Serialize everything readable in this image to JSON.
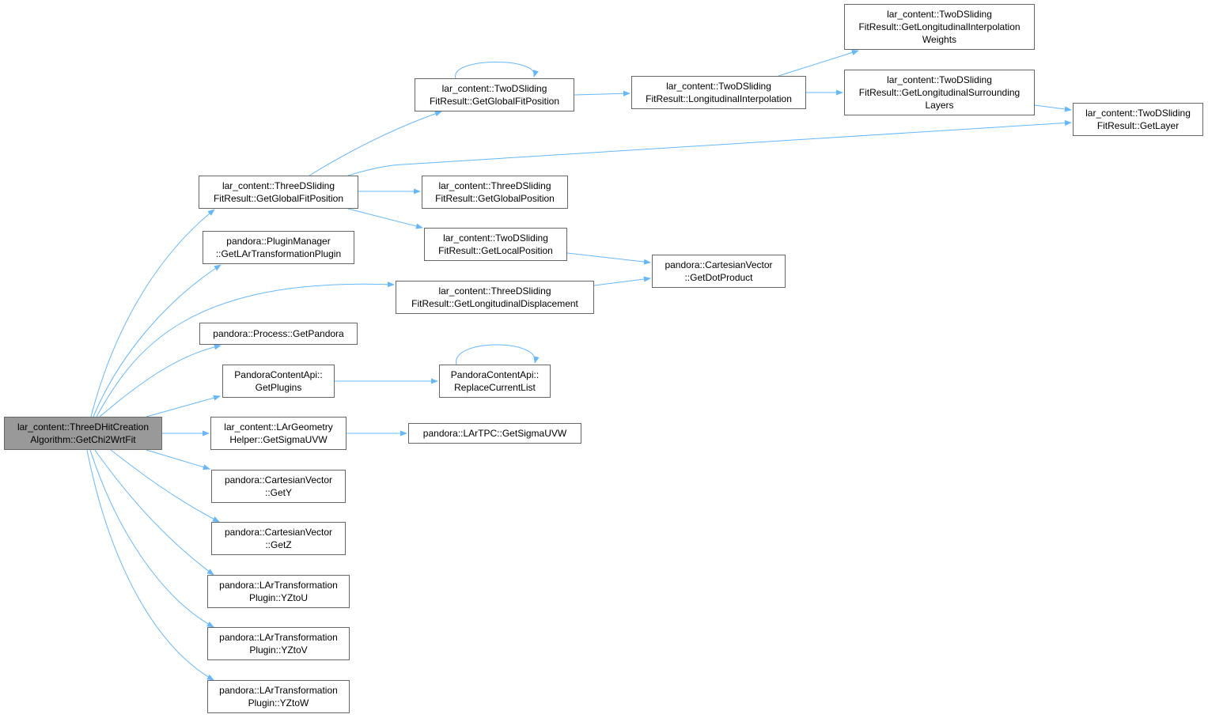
{
  "colors": {
    "edge": "#63b8ff",
    "node_border": "#666666",
    "root_fill": "#999999"
  },
  "nodes": [
    {
      "id": "root",
      "lines": [
        "lar_content::ThreeDHitCreation",
        "Algorithm::GetChi2WrtFit"
      ],
      "root": true
    },
    {
      "id": "n3dgfp",
      "lines": [
        "lar_content::ThreeDSliding",
        "FitResult::GetGlobalFitPosition"
      ]
    },
    {
      "id": "ngltp",
      "lines": [
        "pandora::PluginManager",
        "::GetLArTransformationPlugin"
      ]
    },
    {
      "id": "n3dld",
      "lines": [
        "lar_content::ThreeDSliding",
        "FitResult::GetLongitudinalDisplacement"
      ]
    },
    {
      "id": "ngp",
      "lines": [
        "pandora::Process::GetPandora"
      ]
    },
    {
      "id": "ngpl",
      "lines": [
        "PandoraContentApi::",
        "GetPlugins"
      ]
    },
    {
      "id": "nlgh",
      "lines": [
        "lar_content::LArGeometry",
        "Helper::GetSigmaUVW"
      ]
    },
    {
      "id": "ngy",
      "lines": [
        "pandora::CartesianVector",
        "::GetY"
      ]
    },
    {
      "id": "ngz",
      "lines": [
        "pandora::CartesianVector",
        "::GetZ"
      ]
    },
    {
      "id": "nyu",
      "lines": [
        "pandora::LArTransformation",
        "Plugin::YZtoU"
      ]
    },
    {
      "id": "nyv",
      "lines": [
        "pandora::LArTransformation",
        "Plugin::YZtoV"
      ]
    },
    {
      "id": "nyw",
      "lines": [
        "pandora::LArTransformation",
        "Plugin::YZtoW"
      ]
    },
    {
      "id": "n2dgfp",
      "lines": [
        "lar_content::TwoDSliding",
        "FitResult::GetGlobalFitPosition"
      ]
    },
    {
      "id": "n3dgp",
      "lines": [
        "lar_content::ThreeDSliding",
        "FitResult::GetGlobalPosition"
      ]
    },
    {
      "id": "n2dlp",
      "lines": [
        "lar_content::TwoDSliding",
        "FitResult::GetLocalPosition"
      ]
    },
    {
      "id": "ndot",
      "lines": [
        "pandora::CartesianVector",
        "::GetDotProduct"
      ]
    },
    {
      "id": "nrcl",
      "lines": [
        "PandoraContentApi::",
        "ReplaceCurrentList"
      ]
    },
    {
      "id": "ntpc",
      "lines": [
        "pandora::LArTPC::GetSigmaUVW"
      ]
    },
    {
      "id": "n2dli",
      "lines": [
        "lar_content::TwoDSliding",
        "FitResult::LongitudinalInterpolation"
      ]
    },
    {
      "id": "n2dliw",
      "lines": [
        "lar_content::TwoDSliding",
        "FitResult::GetLongitudinalInterpolation",
        "Weights"
      ]
    },
    {
      "id": "n2dlsl",
      "lines": [
        "lar_content::TwoDSliding",
        "FitResult::GetLongitudinalSurrounding",
        "Layers"
      ]
    },
    {
      "id": "n2dgl",
      "lines": [
        "lar_content::TwoDSliding",
        "FitResult::GetLayer"
      ]
    }
  ]
}
